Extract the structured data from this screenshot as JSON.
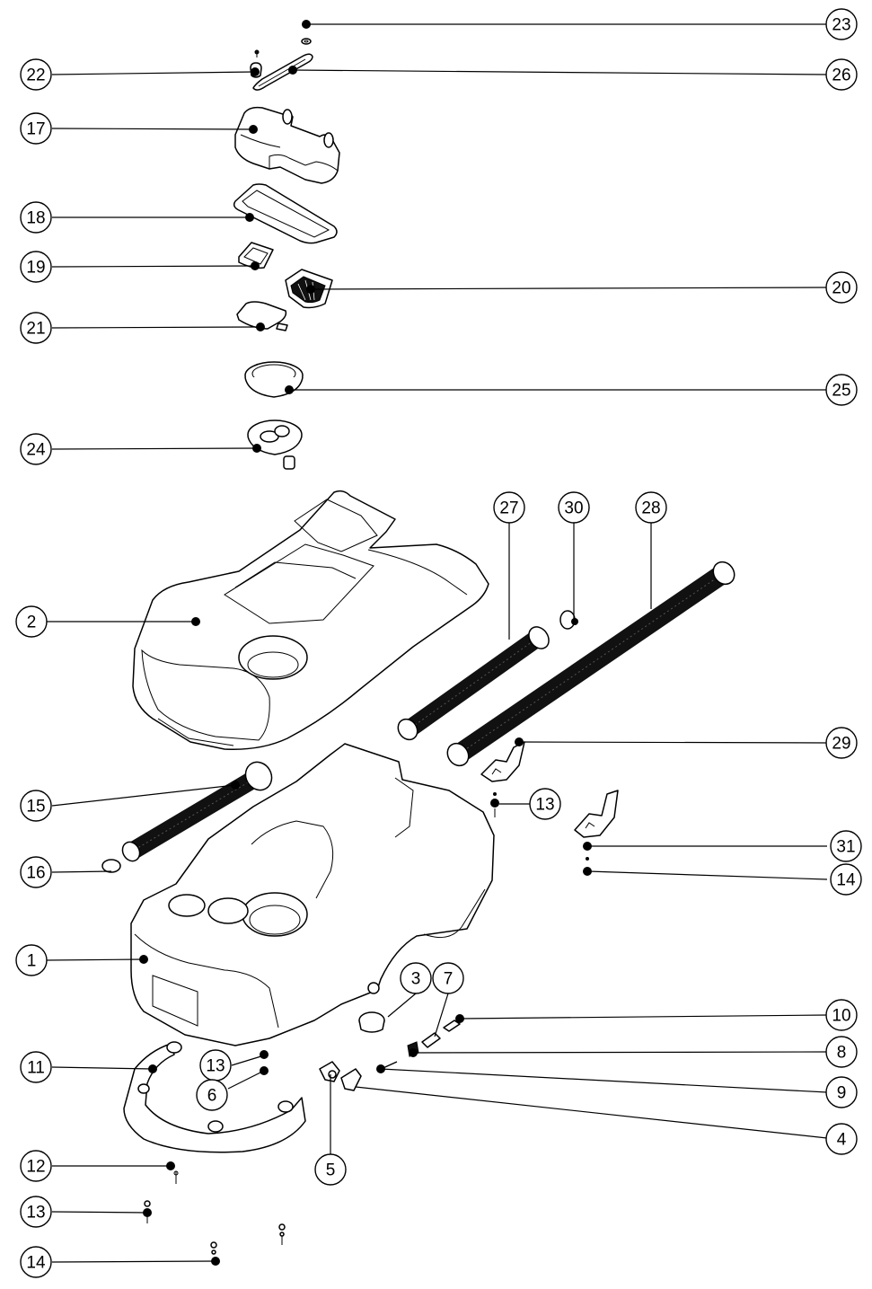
{
  "diagram": {
    "type": "exploded-parts-diagram",
    "colors": {
      "ink": "#000000",
      "paper": "#ffffff"
    }
  },
  "callouts": [
    {
      "id": "c23",
      "label": "23"
    },
    {
      "id": "c22",
      "label": "22"
    },
    {
      "id": "c26",
      "label": "26"
    },
    {
      "id": "c17",
      "label": "17"
    },
    {
      "id": "c18",
      "label": "18"
    },
    {
      "id": "c19",
      "label": "19"
    },
    {
      "id": "c20",
      "label": "20"
    },
    {
      "id": "c21",
      "label": "21"
    },
    {
      "id": "c25",
      "label": "25"
    },
    {
      "id": "c24",
      "label": "24"
    },
    {
      "id": "c27",
      "label": "27"
    },
    {
      "id": "c30",
      "label": "30"
    },
    {
      "id": "c28",
      "label": "28"
    },
    {
      "id": "c2",
      "label": "2"
    },
    {
      "id": "c29",
      "label": "29"
    },
    {
      "id": "c15",
      "label": "15"
    },
    {
      "id": "c13a",
      "label": "13"
    },
    {
      "id": "c16",
      "label": "16"
    },
    {
      "id": "c31",
      "label": "31"
    },
    {
      "id": "c14a",
      "label": "14"
    },
    {
      "id": "c1",
      "label": "1"
    },
    {
      "id": "c3",
      "label": "3"
    },
    {
      "id": "c7",
      "label": "7"
    },
    {
      "id": "c10",
      "label": "10"
    },
    {
      "id": "c8",
      "label": "8"
    },
    {
      "id": "c11",
      "label": "11"
    },
    {
      "id": "c13b",
      "label": "13"
    },
    {
      "id": "c6",
      "label": "6"
    },
    {
      "id": "c9",
      "label": "9"
    },
    {
      "id": "c4",
      "label": "4"
    },
    {
      "id": "c5",
      "label": "5"
    },
    {
      "id": "c12",
      "label": "12"
    },
    {
      "id": "c13c",
      "label": "13"
    },
    {
      "id": "c14b",
      "label": "14"
    }
  ]
}
